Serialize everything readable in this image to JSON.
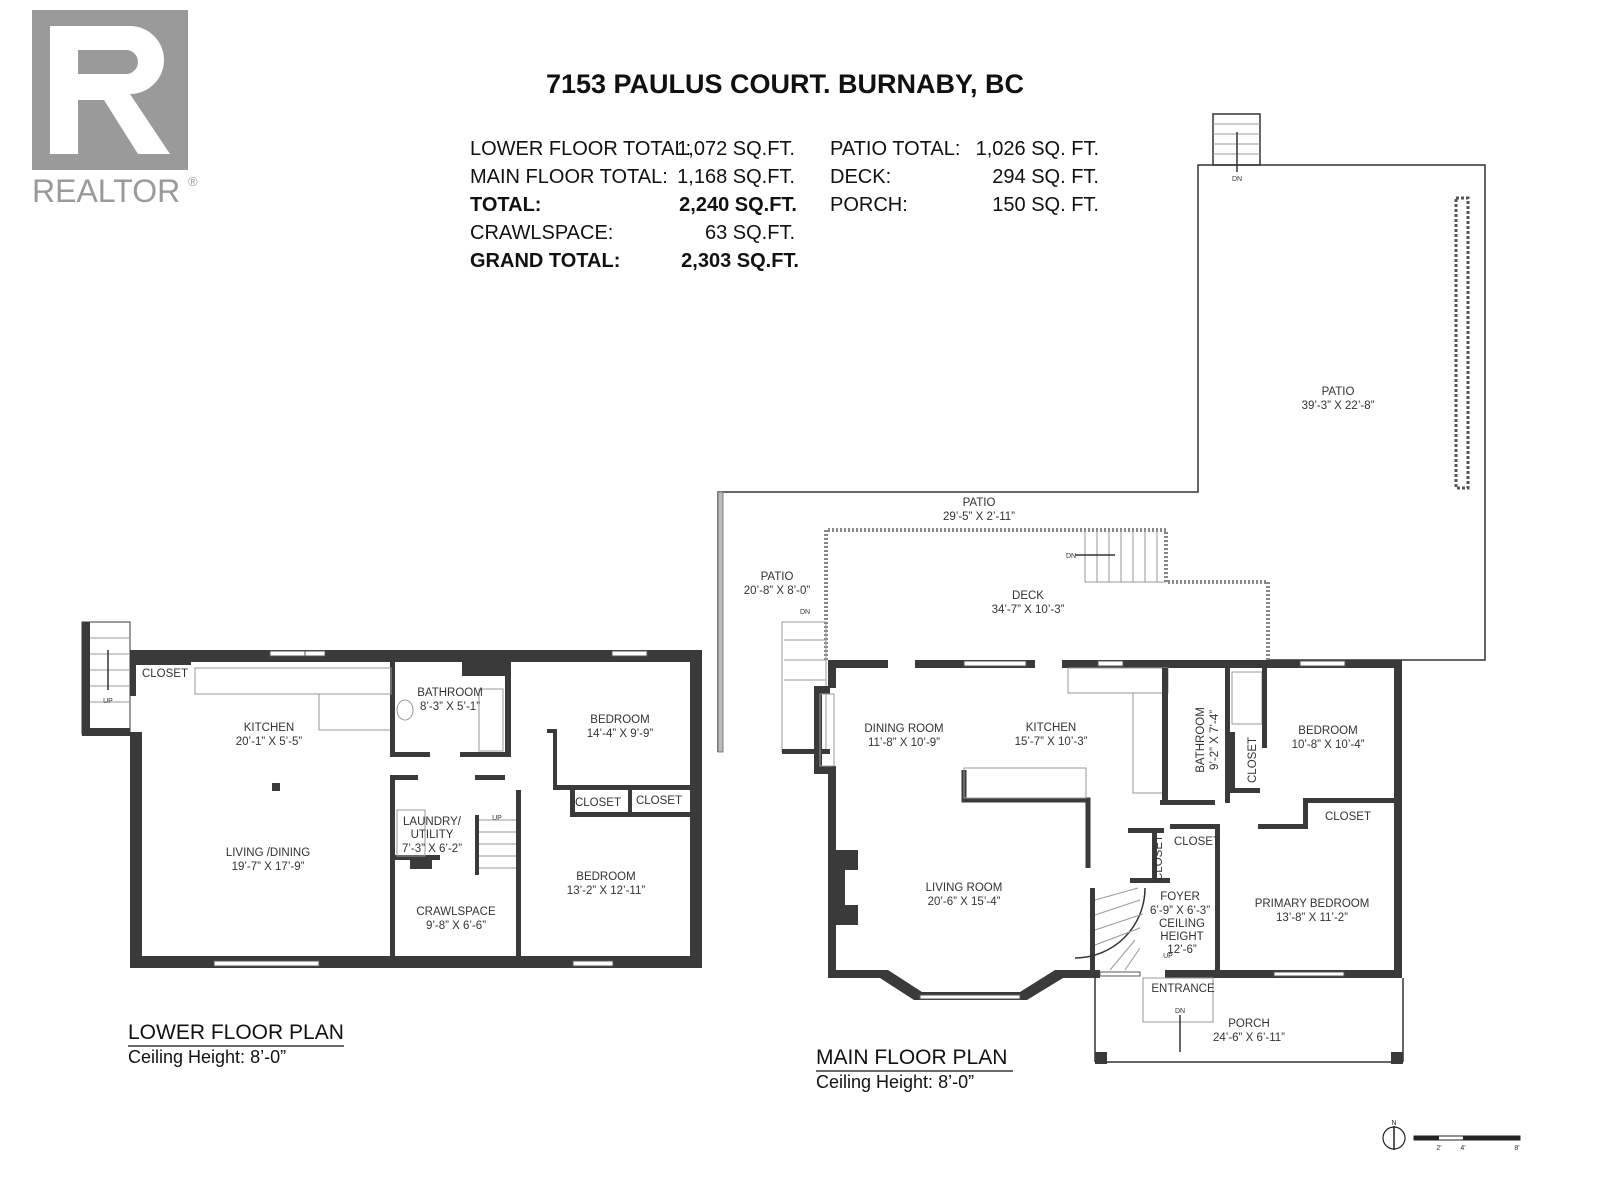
{
  "logo": {
    "text": "REALTOR",
    "mark": "®",
    "color": "#9a9a9a"
  },
  "title": "7153 PAULUS COURT. BURNABY, BC",
  "summary_left": [
    {
      "label": "LOWER FLOOR TOTAL:",
      "value": "1,072 SQ.FT.",
      "bold": false
    },
    {
      "label": "MAIN FLOOR TOTAL:",
      "value": "1,168 SQ.FT.",
      "bold": false
    },
    {
      "label": "TOTAL:",
      "value": "2,240 SQ.FT.",
      "bold": true
    },
    {
      "label": "CRAWLSPACE:",
      "value": "63 SQ.FT.",
      "bold": false
    },
    {
      "label": "GRAND TOTAL:",
      "value": "2,303 SQ.FT.",
      "bold": true
    }
  ],
  "summary_right": [
    {
      "label": "PATIO TOTAL:",
      "value": "1,026 SQ. FT."
    },
    {
      "label": "DECK:",
      "value": "294 SQ. FT."
    },
    {
      "label": "PORCH:",
      "value": "150 SQ. FT."
    }
  ],
  "lower_floor": {
    "title": "LOWER FLOOR PLAN",
    "ceiling": "Ceiling Height: 8’-0”",
    "rooms": [
      {
        "name": "KITCHEN",
        "dim": "20’-1” X 5’-5”"
      },
      {
        "name": "LIVING /DINING",
        "dim": "19’-7” X 17’-9”"
      },
      {
        "name": "BATHROOM",
        "dim": "8’-3” X 5’-1”"
      },
      {
        "name": "BEDROOM",
        "dim": "14’-4” X 9’-9”"
      },
      {
        "name": "LAUNDRY/",
        "dim": "UTILITY",
        "dim2": "7’-3” X 6’-2”"
      },
      {
        "name": "CRAWLSPACE",
        "dim": "9’-8” X 6’-6”"
      },
      {
        "name": "BEDROOM",
        "dim": "13’-2” X 12’-11”"
      }
    ],
    "closets": [
      "CLOSET",
      "CLOSET",
      "CLOSET"
    ],
    "stairs": [
      "UP",
      "UP"
    ]
  },
  "main_floor": {
    "title": "MAIN FLOOR PLAN",
    "ceiling": "Ceiling Height: 8’-0”",
    "rooms": [
      {
        "name": "PATIO",
        "dim": "39’-3” X 22’-8”"
      },
      {
        "name": "PATIO",
        "dim": "29’-5” X 2’-11”"
      },
      {
        "name": "PATIO",
        "dim": "20’-8” X 8’-0”"
      },
      {
        "name": "DECK",
        "dim": "34’-7” X 10’-3”"
      },
      {
        "name": "DINING ROOM",
        "dim": "11’-8” X 10’-9”"
      },
      {
        "name": "KITCHEN",
        "dim": "15’-7” X 10’-3”"
      },
      {
        "name": "BATHROOM",
        "dim": "9’-2” X 7’-4”"
      },
      {
        "name": "BEDROOM",
        "dim": "10’-8” X 10’-4”"
      },
      {
        "name": "LIVING ROOM",
        "dim": "20’-6” X 15’-4”"
      },
      {
        "name": "FOYER",
        "dim": "6’-9” X 6’-3”",
        "extra": [
          "CEILING",
          "HEIGHT",
          "12’-6”"
        ]
      },
      {
        "name": "PRIMARY BEDROOM",
        "dim": "13’-8” X 11’-2”"
      },
      {
        "name": "ENTRANCE",
        "dim": ""
      },
      {
        "name": "PORCH",
        "dim": "24’-6” X 6’-11”"
      }
    ],
    "closets": [
      "CLOSET",
      "CLOSET",
      "CLOSET",
      "CLOSET"
    ],
    "stairs": [
      "DN",
      "DN",
      "DN",
      "DN",
      "UP"
    ]
  },
  "compass": {
    "label": "N"
  },
  "scale": {
    "ticks": [
      "2'",
      "4'",
      "8'"
    ]
  }
}
